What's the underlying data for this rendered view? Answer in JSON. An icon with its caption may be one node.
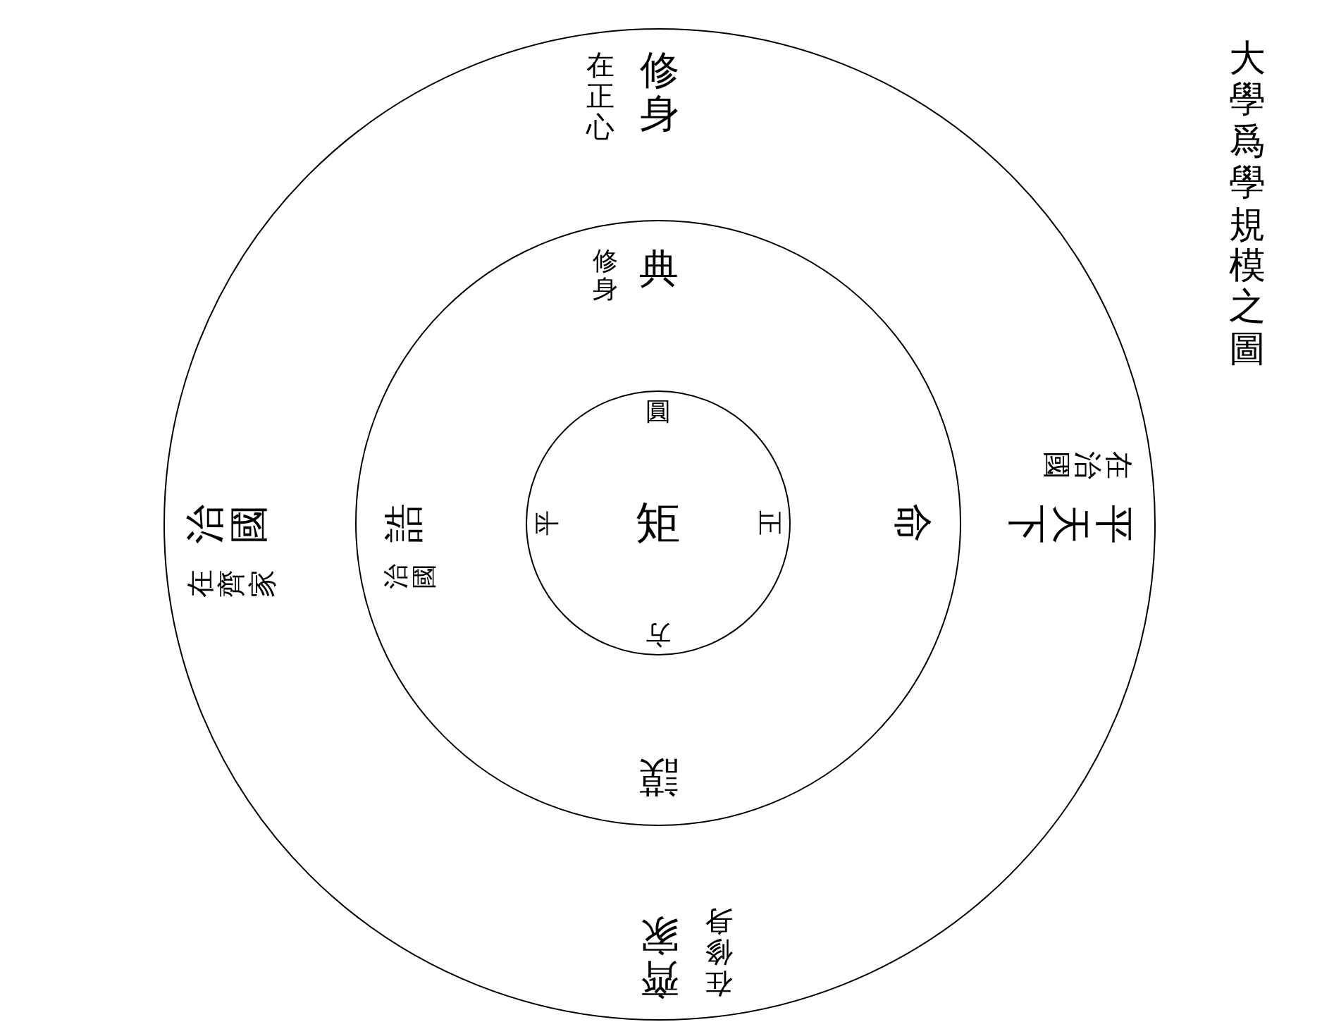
{
  "diagram": {
    "title": "大學爲學規模之圖",
    "nodes": [
      {
        "text": [
          "修身",
          "在正心",
          "平天下",
          "在治國",
          "齊家",
          "在修身",
          "治國",
          "在齊家"
        ]
      },
      {
        "text": [
          "典",
          "修身",
          "命",
          "謨",
          "誥",
          "治國"
        ],
        "in": 0
      },
      {
        "text": [
          "圓",
          "平",
          "矩",
          "正",
          "方"
        ],
        "in": 1
      }
    ]
  }
}
